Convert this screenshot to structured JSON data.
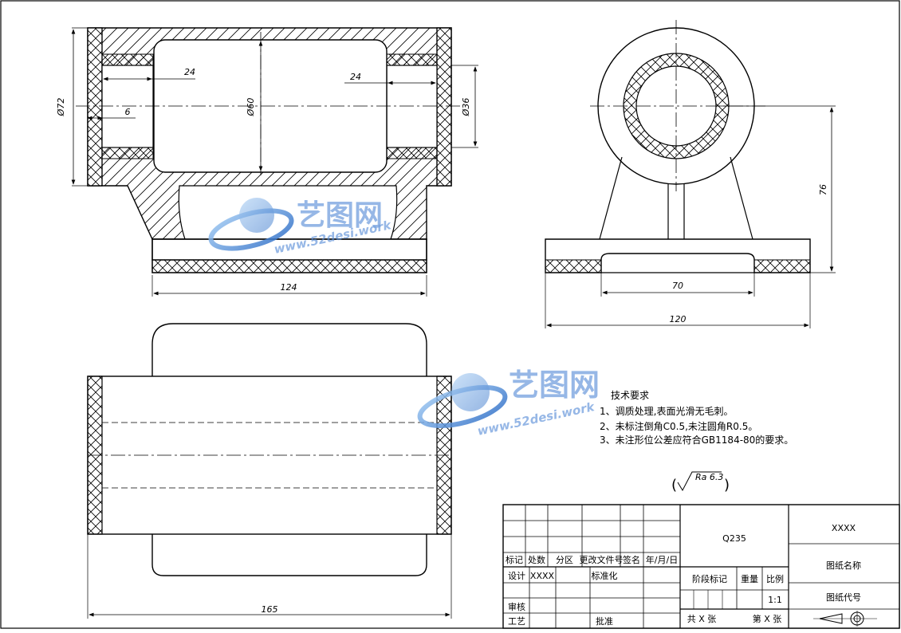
{
  "drawing": {
    "dimensions": {
      "d_phi72": "Ø72",
      "d_phi60": "Ø60",
      "d_phi36": "Ø36",
      "d_24_left": "24",
      "d_24_right": "24",
      "d_6": "6",
      "d_124": "124",
      "d_76": "76",
      "d_70": "70",
      "d_120": "120",
      "d_165": "165"
    },
    "tech_requirements": {
      "title": "技术要求",
      "items": [
        "1、调质处理,表面光滑无毛刺。",
        "2、未标注倒角C0.5,未注圆角R0.5。",
        "3、未注形位公差应符合GB1184-80的要求。"
      ]
    },
    "roughness": "Ra 6.3",
    "watermark": {
      "brand": "艺图网",
      "url": "www.52desi.work"
    }
  },
  "title_block": {
    "material": "Q235",
    "company": "XXXX",
    "drawing_name": "图纸名称",
    "drawing_code": "图纸代号",
    "rev_headers": [
      "标记",
      "处数",
      "分区",
      "更改文件号",
      "签名",
      "年/月/日"
    ],
    "design_label": "设计",
    "designer": "XXXX",
    "standardize_label": "标准化",
    "review_label": "审核",
    "process_label": "工艺",
    "approve_label": "批准",
    "stage_label": "阶段标记",
    "weight_label": "重量",
    "scale_label": "比例",
    "scale_value": "1:1",
    "sheets_total": "共 X 张",
    "sheet_no": "第 X 张"
  }
}
